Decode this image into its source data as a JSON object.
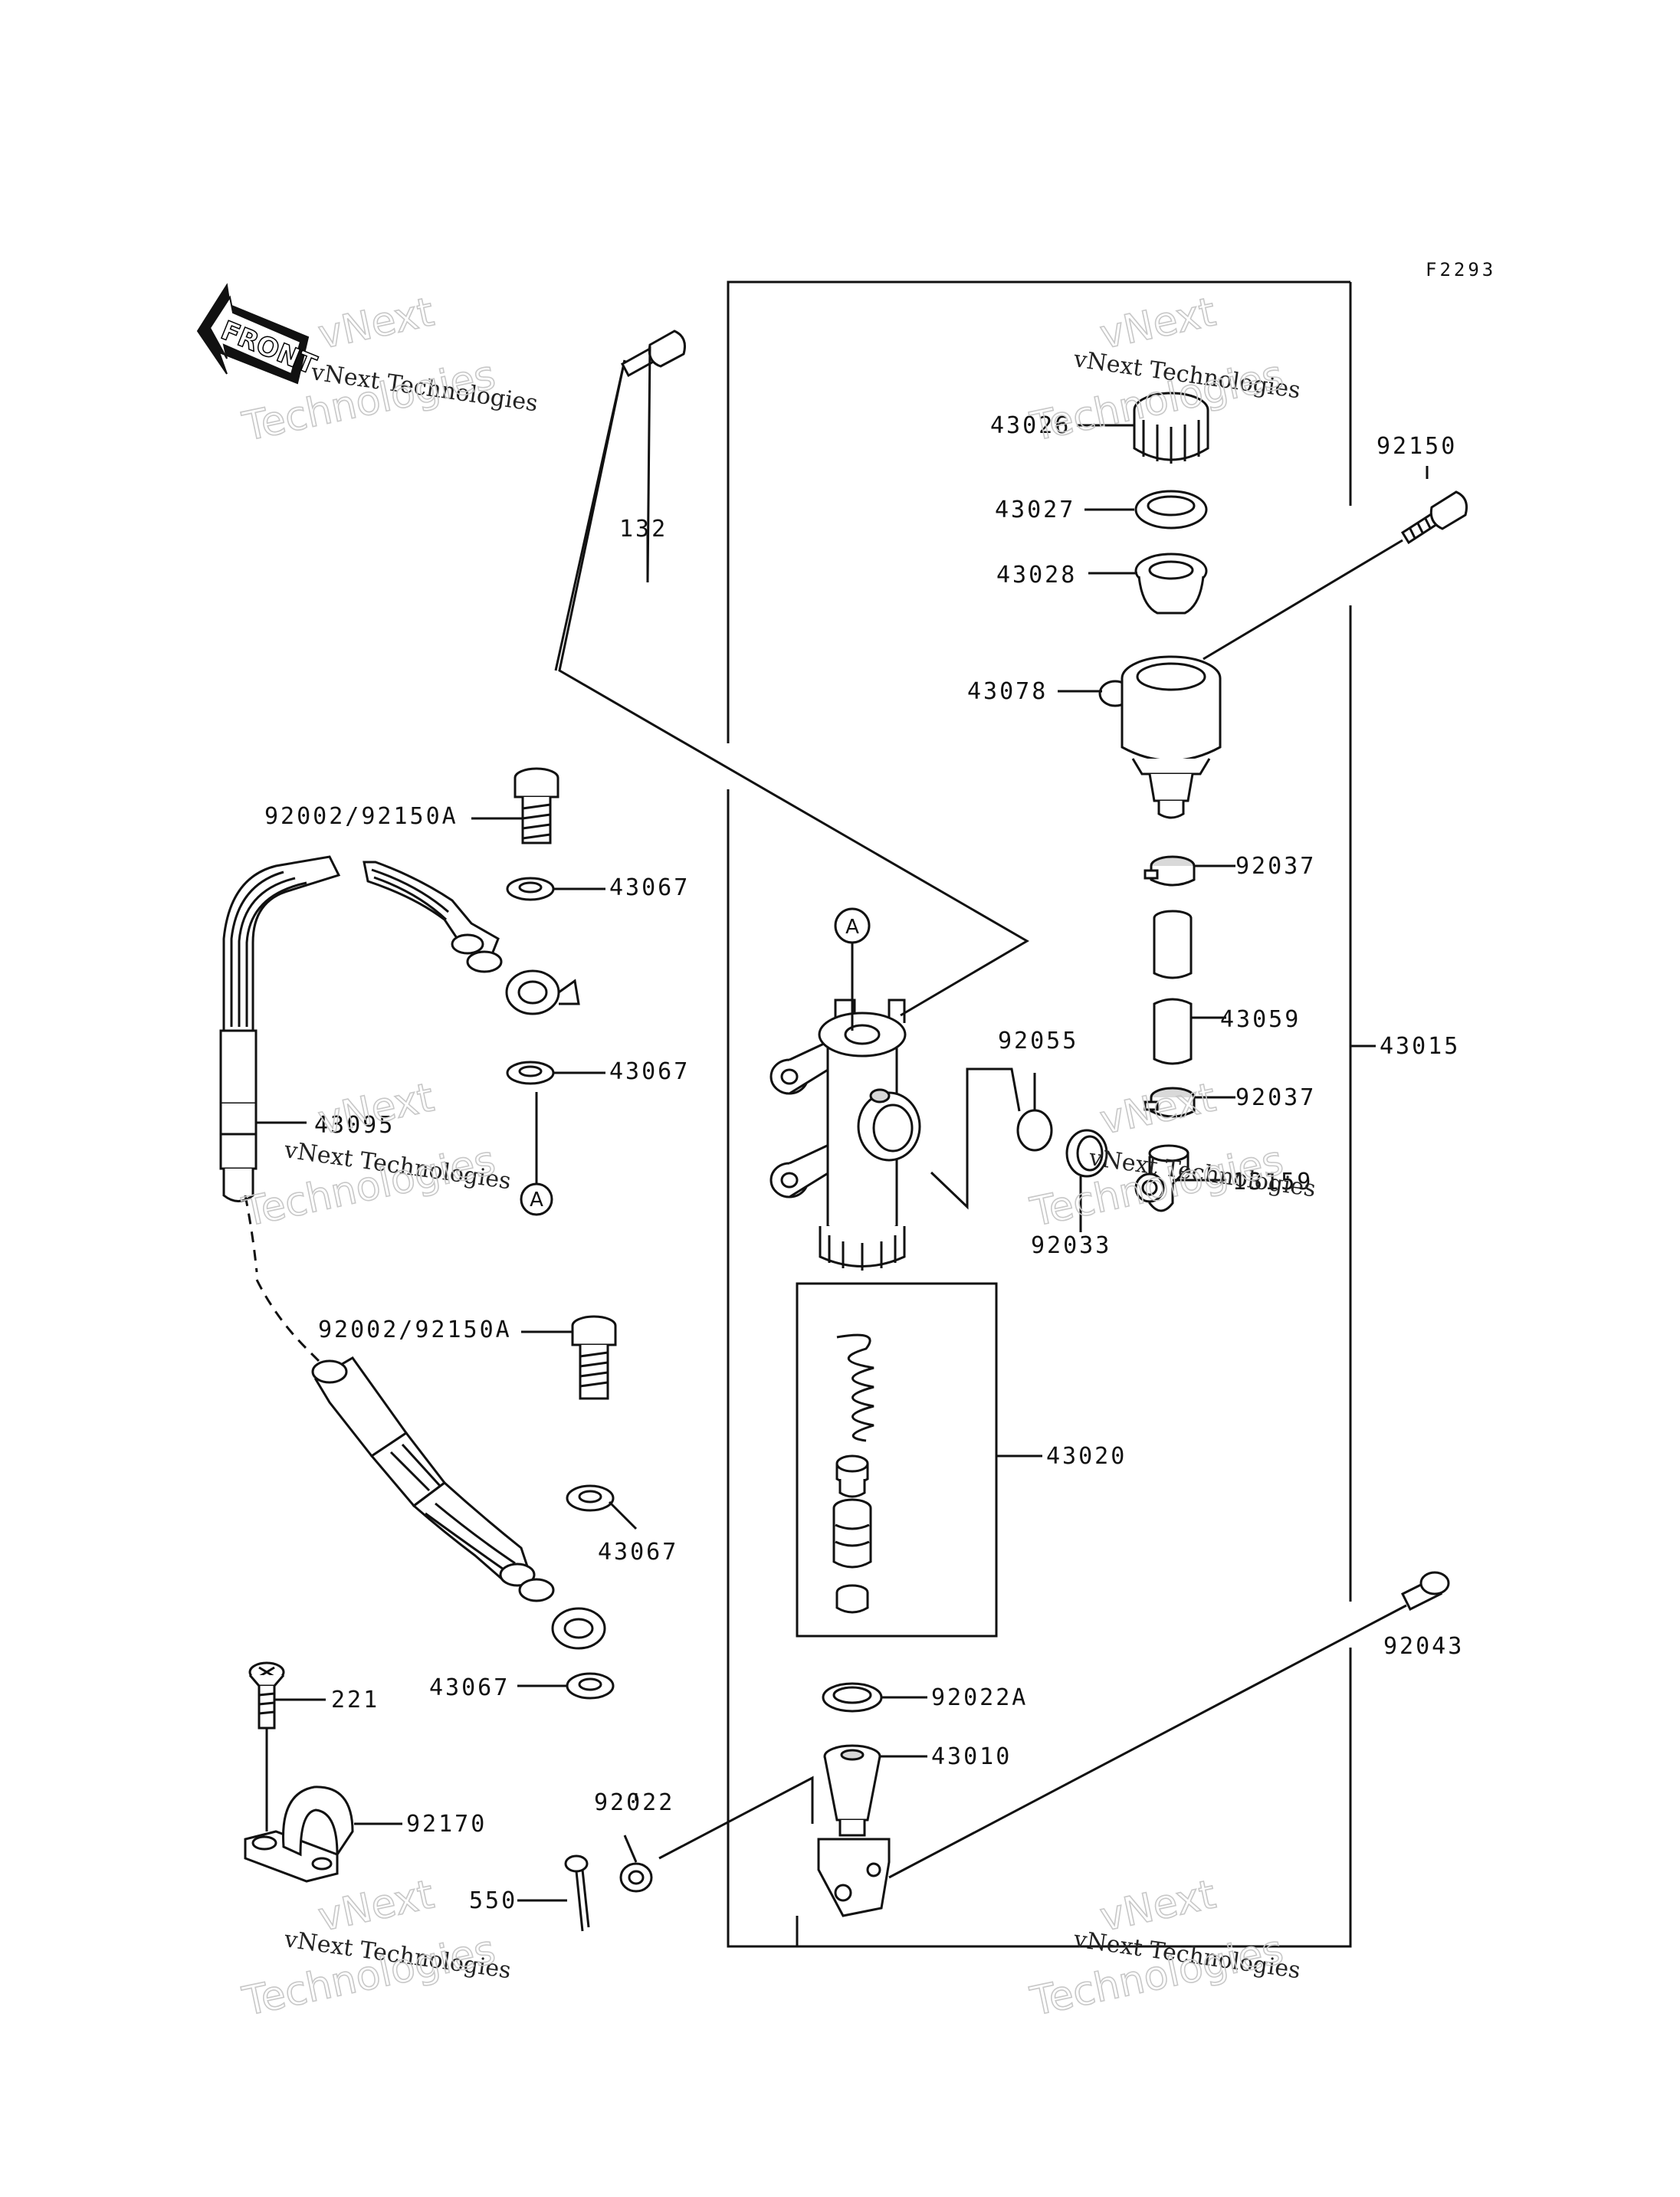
{
  "diagram_code": "F2293",
  "front_label": "FRONT",
  "callout_marker": "A",
  "watermark": {
    "line1": "vNext",
    "line2": "vNext Technologies",
    "line3": "Technologies"
  },
  "parts": {
    "p43026": "43026",
    "p43027": "43027",
    "p43028": "43028",
    "p43078": "43078",
    "p92150": "92150",
    "p132": "132",
    "p92002a": "92002/92150A",
    "p43067a": "43067",
    "p43067b": "43067",
    "p43095": "43095",
    "p92037a": "92037",
    "p43059": "43059",
    "p92037b": "92037",
    "p43015": "43015",
    "p92055": "92055",
    "p92033": "92033",
    "p13159": "13159",
    "p92002b": "92002/92150A",
    "p43020": "43020",
    "p43067c": "43067",
    "p43067d": "43067",
    "p92043": "92043",
    "p92022a": "92022A",
    "p43010": "43010",
    "p221": "221",
    "p92170": "92170",
    "p92022": "92022",
    "p550": "550"
  }
}
